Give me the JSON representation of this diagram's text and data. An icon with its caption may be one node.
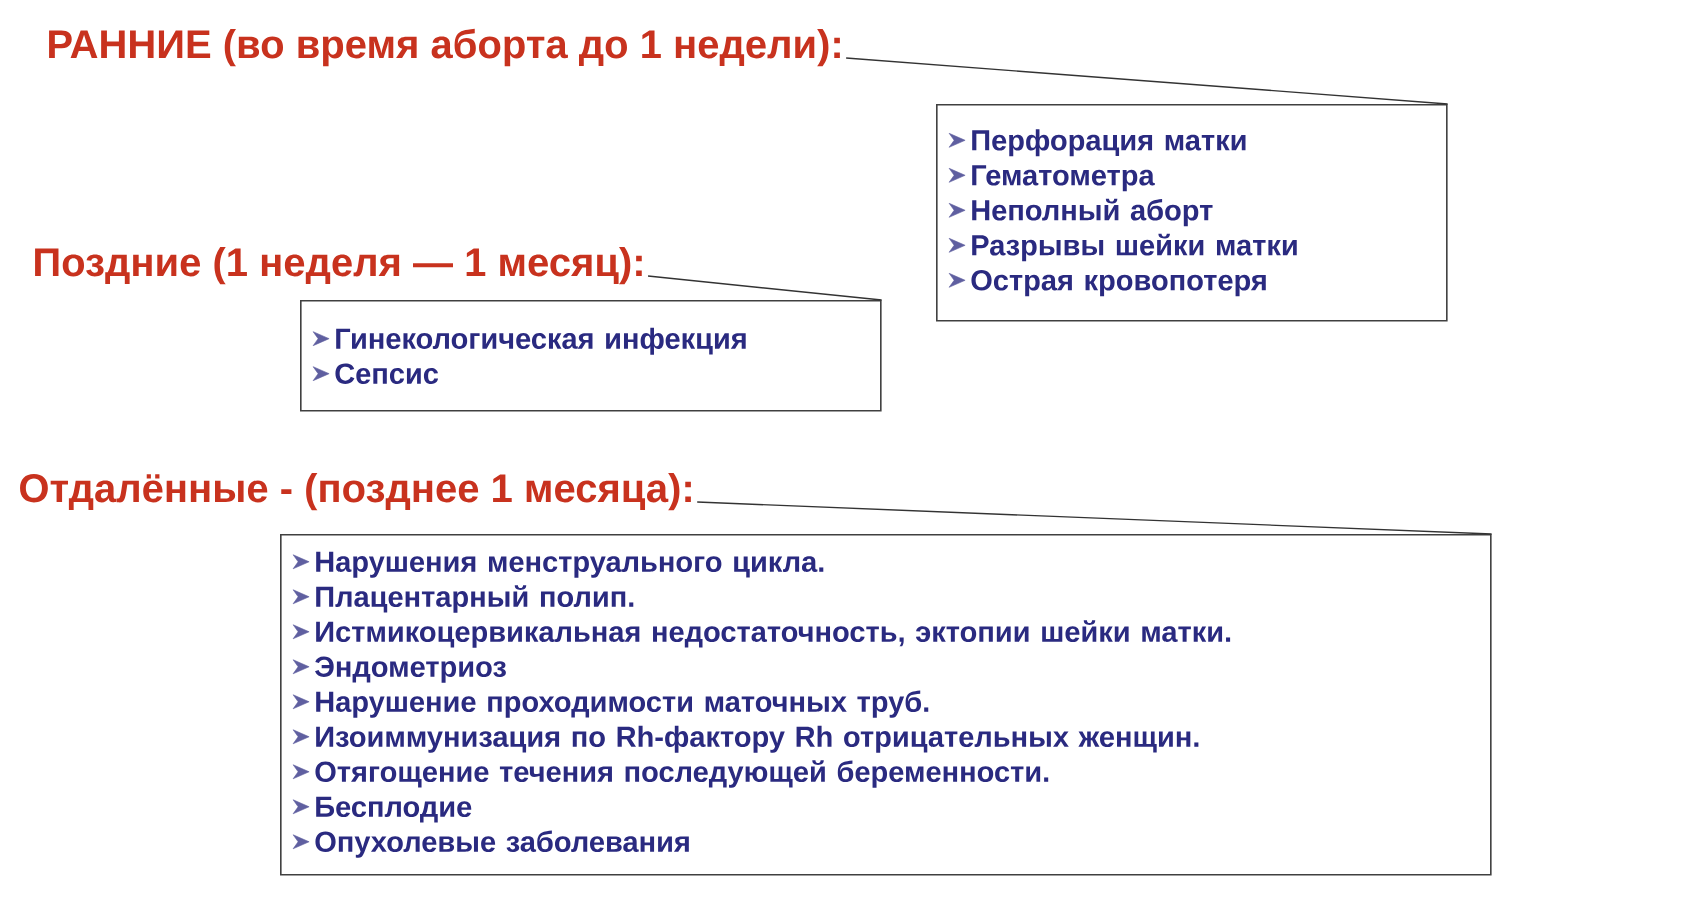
{
  "diagram": {
    "nodes": [
      {
        "text": [
          "РАННИЕ (во время аборта до 1 недели):"
        ]
      },
      {
        "text": [
          "Перфорация матки",
          "Гематометра",
          "Неполный аборт",
          "Разрывы шейки матки",
          "Острая кровопотеря"
        ]
      },
      {
        "text": [
          "Поздние (1 неделя — 1 месяц):"
        ]
      },
      {
        "text": [
          "Гинекологическая инфекция",
          "Сепсис"
        ]
      },
      {
        "text": [
          "Отдалённые - (позднее 1 месяца):"
        ]
      },
      {
        "text": [
          "Нарушения менструального цикла.",
          "Плацентарный полип.",
          "Истмикоцервикальная недостаточность, эктопии шейки матки.",
          "Эндометриоз",
          "Нарушение проходимости маточных труб.",
          "Изоиммунизация по Rh-фактору Rh отрицательных женщин.",
          "Отягощение течения последующей беременности.",
          "Бесплодие",
          "Опухолевые заболевания"
        ]
      }
    ],
    "edges": [
      {
        "from": 0,
        "to": 1,
        "arrow": "none"
      },
      {
        "from": 2,
        "to": 3,
        "arrow": "none"
      },
      {
        "from": 4,
        "to": 5,
        "arrow": "none"
      }
    ]
  }
}
